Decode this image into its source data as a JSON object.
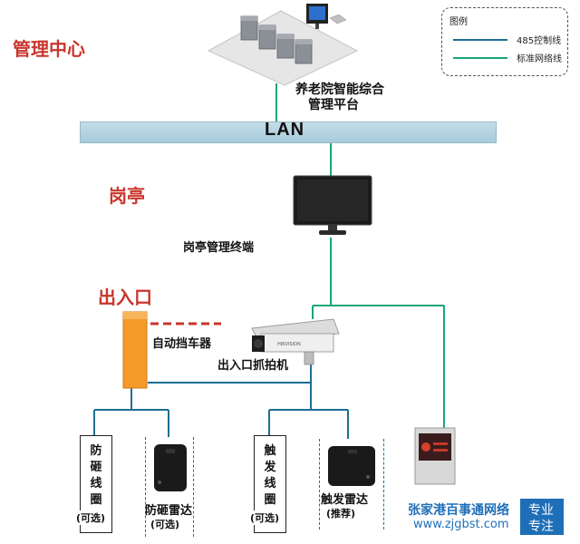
{
  "legend": {
    "title": "图例",
    "items": [
      {
        "label": "485控制线",
        "color": "#1c6f93"
      },
      {
        "label": "标准网络线",
        "color": "#1aa67a"
      }
    ]
  },
  "zones": {
    "management": "管理中心",
    "booth": "岗亭",
    "entrance": "出入口"
  },
  "platform": {
    "line1": "养老院智能综合",
    "line2": "管理平台"
  },
  "lan_label": "LAN",
  "booth_terminal_label": "岗亭管理终端",
  "barrier_label": "自动挡车器",
  "camera_label": "出入口抓拍机",
  "camera_brand": "HIKVISION",
  "anti_smash_coil": {
    "text": "防砸线圈",
    "opt": "(可选)"
  },
  "anti_smash_radar": {
    "text": "防砸雷达",
    "opt": "(可选)"
  },
  "trigger_coil": {
    "text": "触发线圈",
    "opt": "(可选)"
  },
  "trigger_radar": {
    "text": "触发雷达",
    "opt": "(推荐)"
  },
  "watermark": {
    "name": "张家港百事通网络",
    "url": "www.zjgbst.com",
    "tag1": "专业",
    "tag2": "专注"
  },
  "colors": {
    "control_line": "#1c6f93",
    "network_line": "#1aa67a",
    "zone_text": "#c8362c"
  }
}
